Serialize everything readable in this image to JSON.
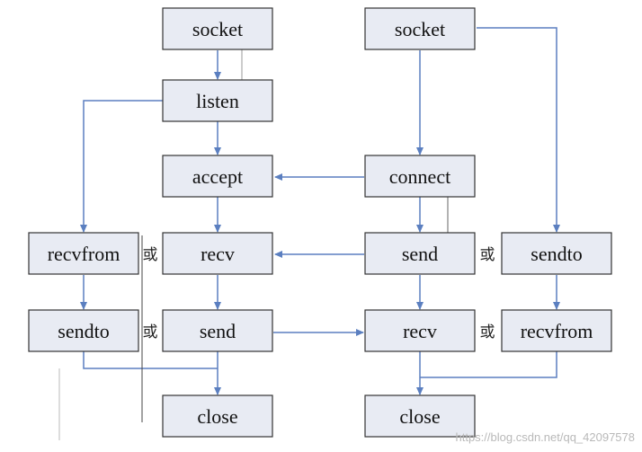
{
  "colors": {
    "box_fill": "#e8ebf3",
    "box_border": "#333333",
    "connector": "#5b7fc0"
  },
  "server": {
    "socket": "socket",
    "listen": "listen",
    "accept": "accept",
    "recv": "recv",
    "send": "send",
    "close": "close"
  },
  "server_udp": {
    "recvfrom": "recvfrom",
    "sendto": "sendto"
  },
  "client": {
    "socket": "socket",
    "connect": "connect",
    "send": "send",
    "recv": "recv",
    "close": "close"
  },
  "client_udp": {
    "sendto": "sendto",
    "recvfrom": "recvfrom"
  },
  "or_label": "或",
  "watermark": "https://blog.csdn.net/qq_42097578"
}
